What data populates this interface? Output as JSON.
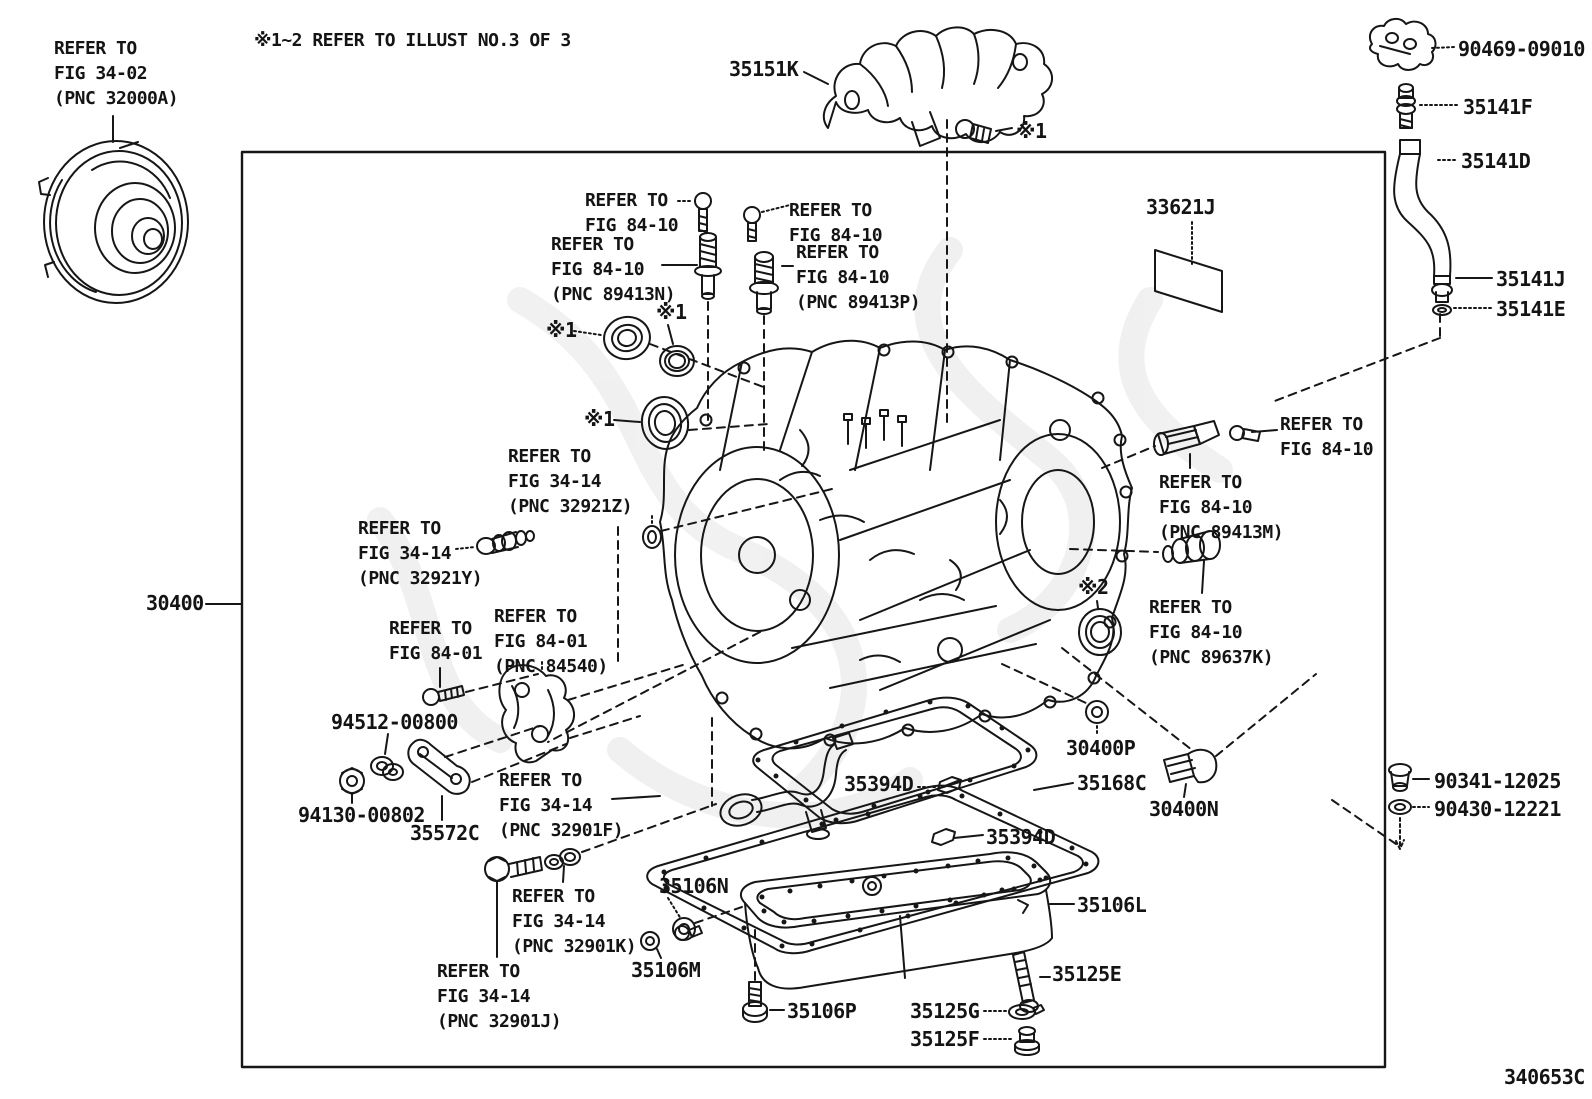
{
  "labels": [
    {
      "id": "ref-fig34-02",
      "text": "REFER TO\nFIG 34-02\n(PNC 32000A)"
    },
    {
      "id": "illust-note",
      "text": "※1~2 REFER TO ILLUST NO.3 OF 3"
    },
    {
      "id": "35151K",
      "text": "35151K"
    },
    {
      "id": "star1-top",
      "text": "※1"
    },
    {
      "id": "90469-09010",
      "text": "90469-09010"
    },
    {
      "id": "35141F",
      "text": "35141F"
    },
    {
      "id": "35141D",
      "text": "35141D"
    },
    {
      "id": "35141J",
      "text": "35141J"
    },
    {
      "id": "35141E",
      "text": "35141E"
    },
    {
      "id": "33621J",
      "text": "33621J"
    },
    {
      "id": "ref-fig84-10-a",
      "text": "REFER TO\nFIG 84-10"
    },
    {
      "id": "ref-fig84-10-89413n",
      "text": "REFER TO\nFIG 84-10\n(PNC 89413N)"
    },
    {
      "id": "ref-fig84-10-b",
      "text": "REFER TO\nFIG 84-10"
    },
    {
      "id": "ref-fig84-10-89413p",
      "text": "REFER TO\nFIG 84-10\n(PNC 89413P)"
    },
    {
      "id": "star1-seal-left",
      "text": "※1"
    },
    {
      "id": "star1-seal-mid",
      "text": "※1"
    },
    {
      "id": "star1-seal-lower",
      "text": "※1"
    },
    {
      "id": "ref-fig34-14-32921z",
      "text": "REFER TO\nFIG 34-14\n(PNC 32921Z)"
    },
    {
      "id": "ref-fig34-14-32921y",
      "text": "REFER TO\nFIG 34-14\n(PNC 32921Y)"
    },
    {
      "id": "30400",
      "text": "30400"
    },
    {
      "id": "ref-fig84-01",
      "text": "REFER TO\nFIG 84-01"
    },
    {
      "id": "ref-fig84-01-84540",
      "text": "REFER TO\nFIG 84-01\n(PNC 84540)"
    },
    {
      "id": "ref-fig84-10-c",
      "text": "REFER TO\nFIG 84-10"
    },
    {
      "id": "ref-fig84-10-89413m",
      "text": "REFER TO\nFIG 84-10\n(PNC 89413M)"
    },
    {
      "id": "star2",
      "text": "※2"
    },
    {
      "id": "ref-fig84-10-89637k",
      "text": "REFER TO\nFIG 84-10\n(PNC 89637K)"
    },
    {
      "id": "94512-00800",
      "text": "94512-00800"
    },
    {
      "id": "94130-00802",
      "text": "94130-00802"
    },
    {
      "id": "35572C",
      "text": "35572C"
    },
    {
      "id": "ref-fig34-14-32901f",
      "text": "REFER TO\nFIG 34-14\n(PNC 32901F)"
    },
    {
      "id": "ref-fig34-14-32901k",
      "text": "REFER TO\nFIG 34-14\n(PNC 32901K)"
    },
    {
      "id": "ref-fig34-14-32901j",
      "text": "REFER TO\nFIG 34-14\n(PNC 32901J)"
    },
    {
      "id": "35106N",
      "text": "35106N"
    },
    {
      "id": "35106M",
      "text": "35106M"
    },
    {
      "id": "35106P",
      "text": "35106P"
    },
    {
      "id": "35106L",
      "text": "35106L"
    },
    {
      "id": "35125E",
      "text": "35125E"
    },
    {
      "id": "35125G",
      "text": "35125G"
    },
    {
      "id": "35125F",
      "text": "35125F"
    },
    {
      "id": "35394D-upper",
      "text": "35394D"
    },
    {
      "id": "35394D-lower",
      "text": "35394D"
    },
    {
      "id": "35168C",
      "text": "35168C"
    },
    {
      "id": "30400P",
      "text": "30400P"
    },
    {
      "id": "30400N",
      "text": "30400N"
    },
    {
      "id": "90341-12025",
      "text": "90341-12025"
    },
    {
      "id": "90430-12221",
      "text": "90430-12221"
    },
    {
      "id": "drawing-code",
      "text": "340653C"
    }
  ]
}
